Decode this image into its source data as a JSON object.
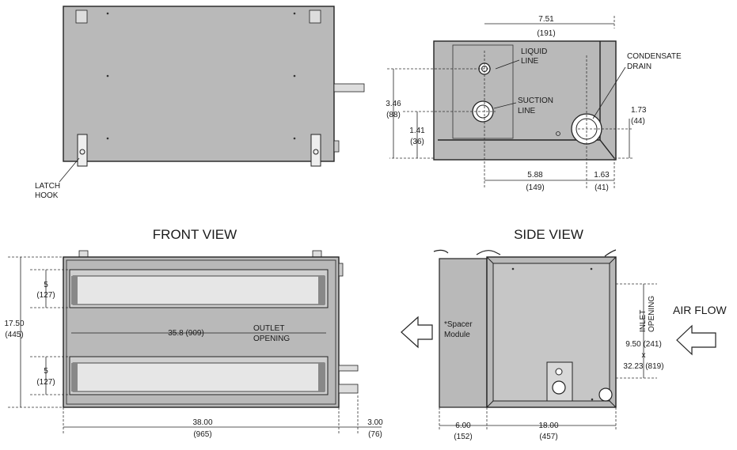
{
  "titles": {
    "front_view": "FRONT VIEW",
    "side_view": "SIDE VIEW"
  },
  "top_left": {
    "latch_hook": [
      "LATCH",
      "HOOK"
    ]
  },
  "top_right": {
    "liquid_line": [
      "LIQUID",
      "LINE"
    ],
    "suction_line": [
      "SUCTION",
      "LINE"
    ],
    "condensate_drain": [
      "CONDENSATE",
      "DRAIN"
    ],
    "dim_width": [
      "7.51",
      "(191)"
    ],
    "dim_height": [
      "3.46",
      "(88)"
    ],
    "dim_suction_h": [
      "1.41",
      "(36)"
    ],
    "dim_drain_h": [
      "1.73",
      "(44)"
    ],
    "dim_drain_x": [
      "5.88",
      "(149)"
    ],
    "dim_drain_edge": [
      "1.63",
      "(41)"
    ]
  },
  "front": {
    "dim_overall_height": [
      "17.50",
      "(445)"
    ],
    "dim_top_slot": [
      "5",
      "(127)"
    ],
    "dim_bottom_slot": [
      "5",
      "(127)"
    ],
    "dim_outlet_width": "35.8 (909)",
    "outlet_label": [
      "OUTLET",
      "OPENING"
    ],
    "dim_overall_width": [
      "38.00",
      "(965)"
    ],
    "dim_pipe_ext": [
      "3.00",
      "(76)"
    ]
  },
  "side": {
    "spacer_label": [
      "*Spacer",
      "Module"
    ],
    "inlet_label": [
      "INLET",
      "OPENING"
    ],
    "inlet_size": [
      "9.50 (241)",
      "x",
      "32.23 (819)"
    ],
    "air_flow": "AIR FLOW",
    "dim_spacer": [
      "6.00",
      "(152)"
    ],
    "dim_depth": [
      "18.00",
      "(457)"
    ]
  }
}
